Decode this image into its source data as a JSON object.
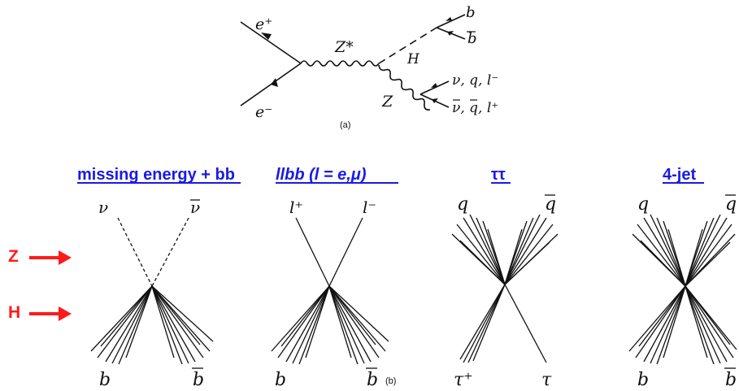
{
  "feynman": {
    "e_plus": "e⁺",
    "e_minus": "e⁻",
    "z_star": "Z*",
    "h": "H",
    "z": "Z",
    "b": "b",
    "b_bar": "b",
    "upper_final": "ν, q, l⁻",
    "lower_final": "ν, q, l⁺",
    "caption": "(a)"
  },
  "arrows": {
    "z_label": "Z",
    "h_label": "H",
    "color": "#ff1a1a"
  },
  "panels": [
    {
      "title": "missing energy + bb",
      "top_left": "ν",
      "top_right": "ν",
      "bottom_left": "b",
      "bottom_right": "b"
    },
    {
      "title": "llbb (l = e,μ)",
      "top_left": "l⁺",
      "top_right": "l⁻",
      "bottom_left": "b",
      "bottom_right": "b"
    },
    {
      "title": "ττ",
      "top_left": "q",
      "top_right": "q",
      "bottom_left": "τ⁺",
      "bottom_right": "τ"
    },
    {
      "title": "4-jet",
      "top_left": "q",
      "top_right": "q",
      "bottom_left": "b",
      "bottom_right": "b"
    }
  ],
  "caption_b": "(b)",
  "header_color": "#1a1ae6"
}
